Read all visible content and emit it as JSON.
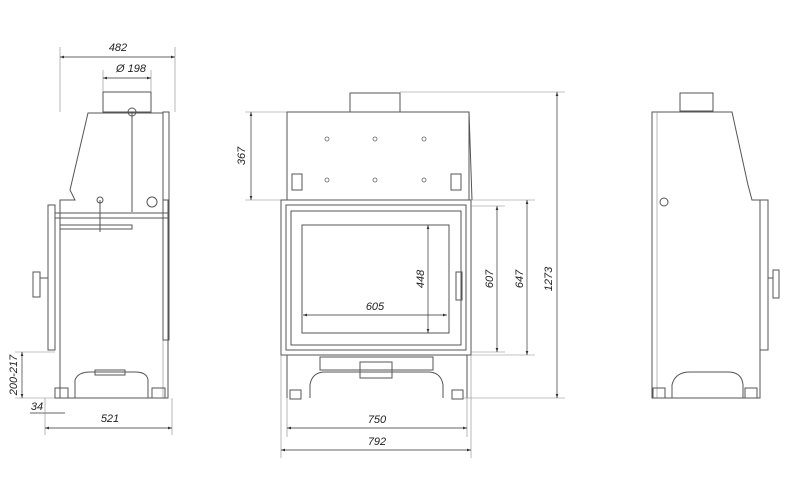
{
  "dimensions": {
    "side_width": "482",
    "flue_diameter": "Ø 198",
    "top_height": "367",
    "glass_height": "448",
    "glass_width": "605",
    "door_inner_height": "607",
    "door_height": "647",
    "total_height": "1273",
    "body_width": "750",
    "total_width": "792",
    "side_depth": "521",
    "side_offset": "34",
    "leg_height": "200-217"
  },
  "colors": {
    "line": "#555555",
    "text": "#222222"
  }
}
